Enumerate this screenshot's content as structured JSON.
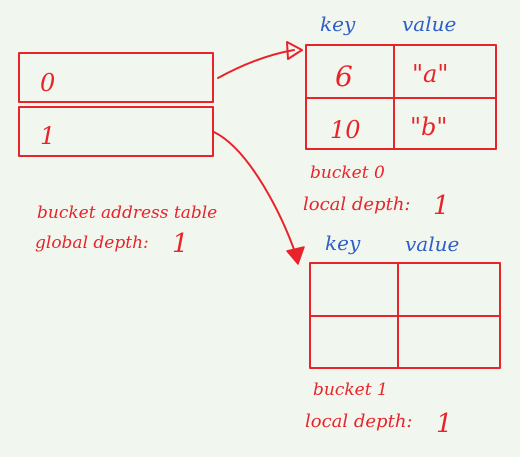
{
  "colors": {
    "ink_red": "#e8242b",
    "ink_blue": "#2f5fc7",
    "background": "#f1f6ee"
  },
  "address_table": {
    "slots": [
      "0",
      "1"
    ],
    "caption": "bucket address table",
    "global_depth_label": "global depth:",
    "global_depth_value": "1"
  },
  "buckets": [
    {
      "header_key": "key",
      "header_value": "value",
      "rows": [
        {
          "key": "6",
          "value": "\"a\""
        },
        {
          "key": "10",
          "value": "\"b\""
        }
      ],
      "name": "bucket 0",
      "local_depth_label": "local depth:",
      "local_depth_value": "1"
    },
    {
      "header_key": "key",
      "header_value": "value",
      "rows": [
        {
          "key": "",
          "value": ""
        },
        {
          "key": "",
          "value": ""
        }
      ],
      "name": "bucket 1",
      "local_depth_label": "local depth:",
      "local_depth_value": "1"
    }
  ]
}
